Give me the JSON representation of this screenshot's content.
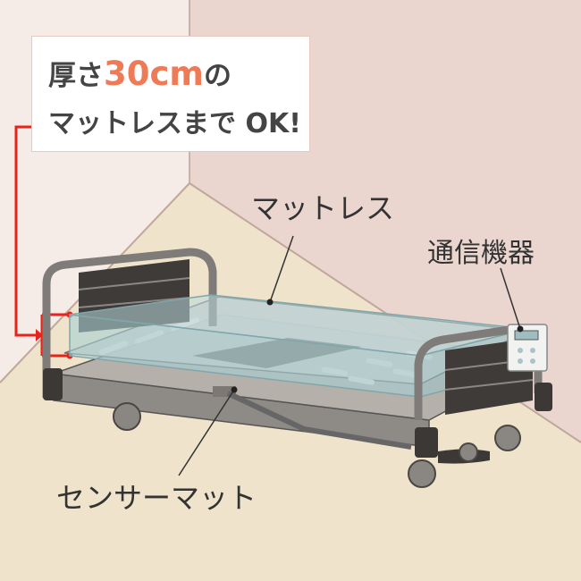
{
  "callout": {
    "prefix": "厚さ",
    "thickness": "30cm",
    "suffix": "の",
    "line2": "マットレスまで OK!"
  },
  "labels": {
    "mattress": "マットレス",
    "communication_device": "通信機器",
    "sensor_mat": "センサーマット"
  },
  "colors": {
    "accent": "#ef7a56",
    "bracket": "#e8231b",
    "wall_left": "#f6ece7",
    "wall_right": "#ead5cf",
    "floor": "#efe3cb"
  }
}
